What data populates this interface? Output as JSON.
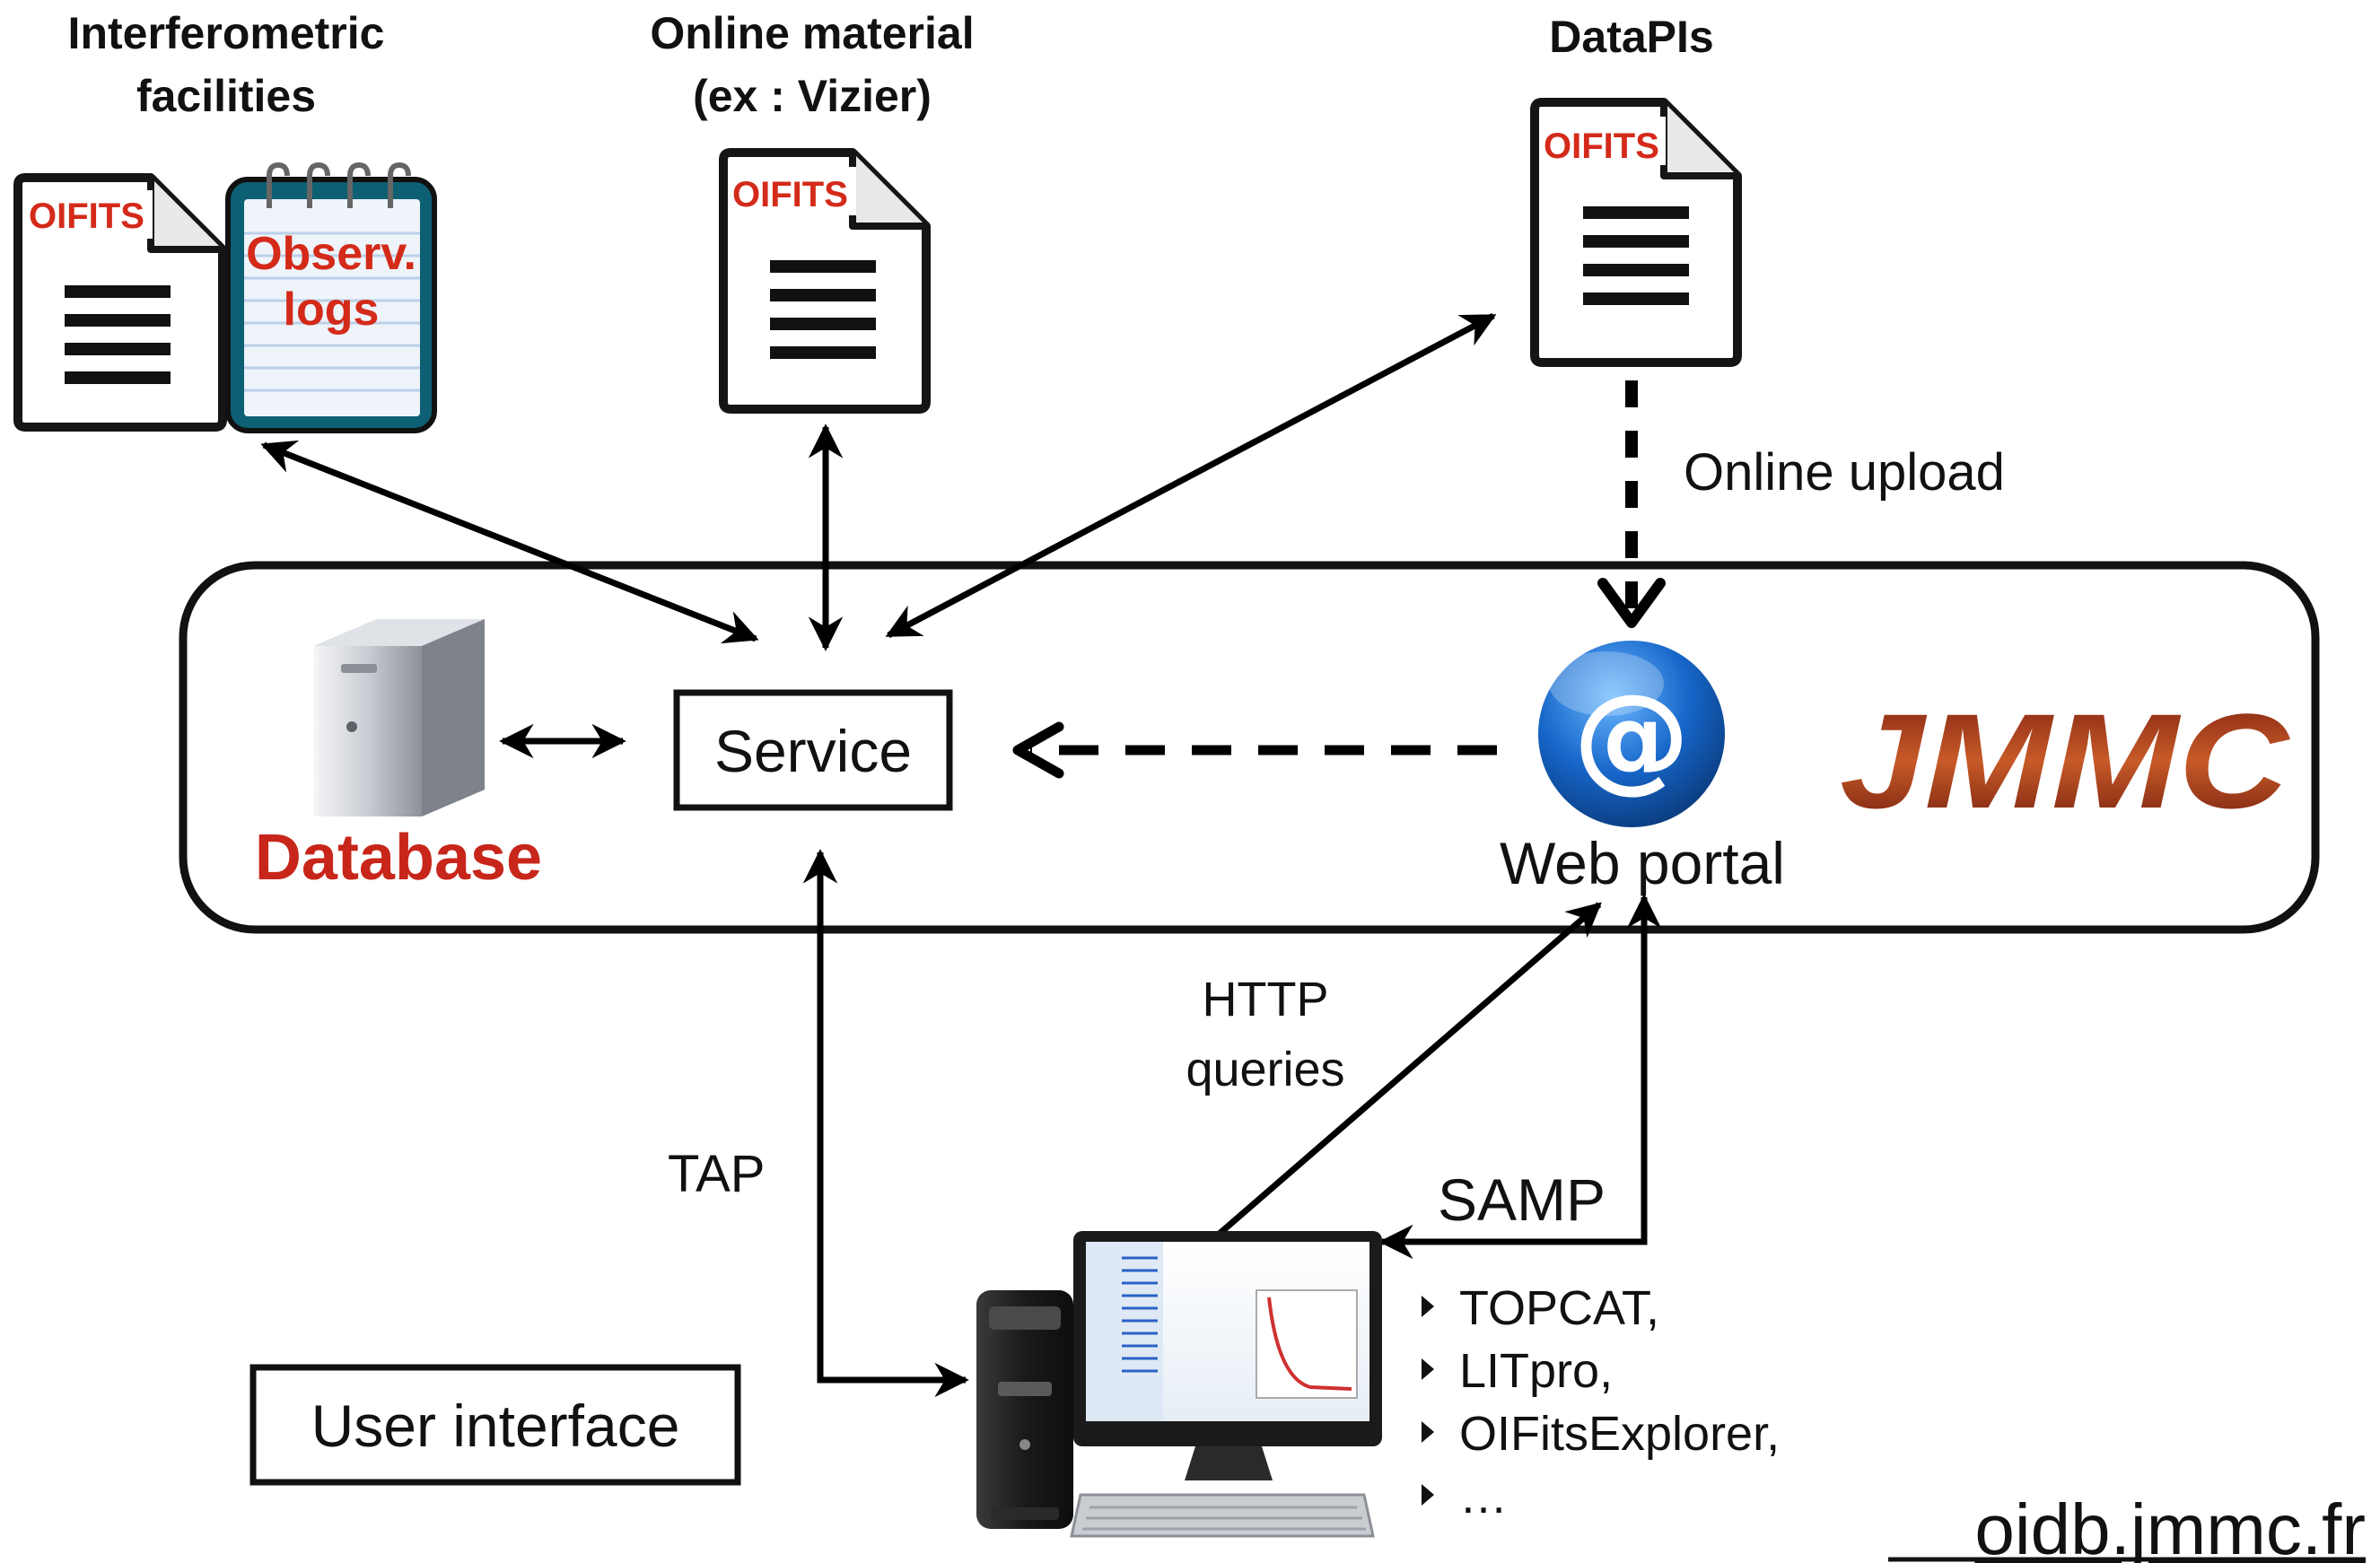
{
  "sources": {
    "facilities": {
      "title_line1": "Interferometric",
      "title_line2": "facilities",
      "doc_label": "OIFITS",
      "logs_line1": "Observ.",
      "logs_line2": "logs"
    },
    "online": {
      "title_line1": "Online material",
      "title_line2": "(ex : Vizier)",
      "doc_label": "OIFITS"
    },
    "datapis": {
      "title": "DataPIs",
      "doc_label": "OIFITS"
    }
  },
  "links": {
    "online_upload": "Online upload",
    "http_line1": "HTTP",
    "http_line2": "queries",
    "tap": "TAP",
    "samp": "SAMP"
  },
  "core": {
    "service": "Service",
    "database": "Database",
    "web_portal": "Web portal",
    "at_symbol": "@",
    "logo": "JMMC"
  },
  "client": {
    "user_interface": "User interface",
    "tools": [
      "TOPCAT,",
      "LITpro,",
      "OIFitsExplorer,",
      "…"
    ]
  },
  "url": "oidb.jmmc.fr"
}
